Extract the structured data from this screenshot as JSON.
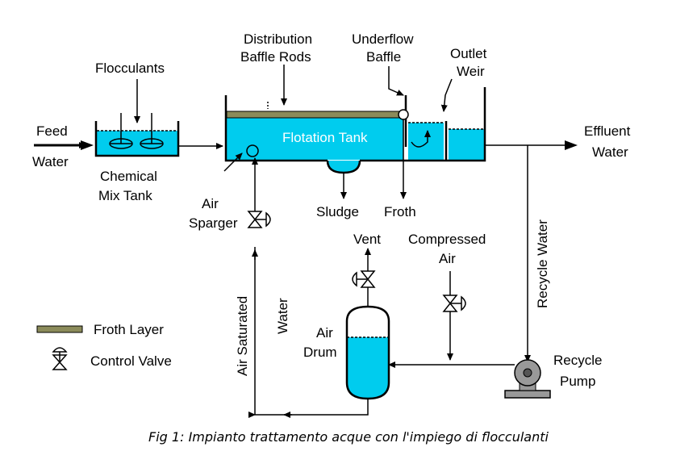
{
  "labels": {
    "feed_water": [
      "Feed",
      "Water"
    ],
    "flocculants": "Flocculants",
    "chemical_mix_tank": [
      "Chemical",
      "Mix Tank"
    ],
    "distribution_baffle_rods": [
      "Distribution",
      "Baffle Rods"
    ],
    "underflow_baffle": [
      "Underflow",
      "Baffle"
    ],
    "outlet_weir": [
      "Outlet",
      "Weir"
    ],
    "flotation_tank": "Flotation Tank",
    "effluent_water": [
      "Effluent",
      "Water"
    ],
    "air_sparger": [
      "Air",
      "Sparger"
    ],
    "sludge": "Sludge",
    "froth": "Froth",
    "vent": "Vent",
    "compressed_air": [
      "Compressed",
      "Air"
    ],
    "recycle_water": "Recycle Water",
    "air_saturated_water": [
      "Air Saturated",
      "Water"
    ],
    "air_drum": [
      "Air",
      "Drum"
    ],
    "recycle_pump": [
      "Recycle",
      "Pump"
    ]
  },
  "legend": {
    "froth_layer": "Froth Layer",
    "control_valve": "Control Valve"
  },
  "caption": "Fig 1: Impianto trattamento acque con l'impiego di flocculanti",
  "colors": {
    "water": "#00CCEE",
    "froth": "#8B8B5A",
    "pump": "#999999"
  }
}
